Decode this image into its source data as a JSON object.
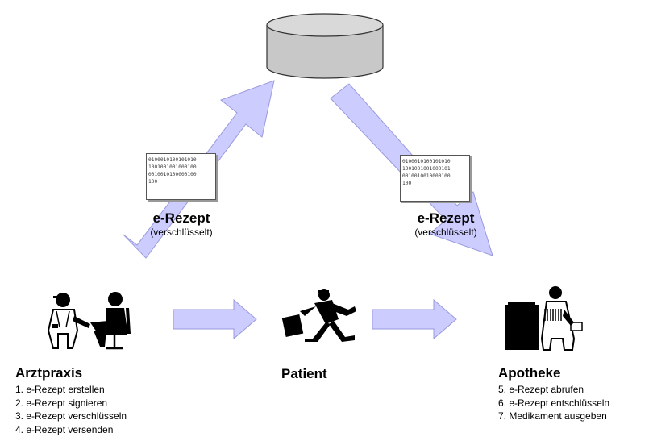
{
  "colors": {
    "arrow_fill": "#ccccff",
    "arrow_stroke": "#9999dd",
    "database_fill": "#c8c8c8",
    "database_stroke": "#333333"
  },
  "icons": {
    "database": "database-cylinder-icon",
    "doctor": "doctor-patient-icon",
    "patient": "running-patient-icon",
    "pharmacy": "pharmacist-icon"
  },
  "left_upload": {
    "title": "e-Rezept",
    "subtitle": "(verschlüsselt)",
    "binary_lines": [
      "0100010100101010",
      "1001001001000100",
      "0010010100000100",
      "100"
    ]
  },
  "right_download": {
    "title": "e-Rezept",
    "subtitle": "(verschlüsselt)",
    "binary_lines": [
      "0100010100101010",
      "1001001001000101",
      "0010010010000100",
      "100"
    ]
  },
  "arztpraxis": {
    "title": "Arztpraxis",
    "steps": [
      "1. e-Rezept erstellen",
      "2. e-Rezept signieren",
      "3. e-Rezept verschlüsseln",
      "4. e-Rezept versenden"
    ]
  },
  "patient": {
    "title": "Patient"
  },
  "apotheke": {
    "title": "Apotheke",
    "steps": [
      "5. e-Rezept abrufen",
      "6. e-Rezept entschlüsseln",
      "7. Medikament ausgeben"
    ]
  }
}
